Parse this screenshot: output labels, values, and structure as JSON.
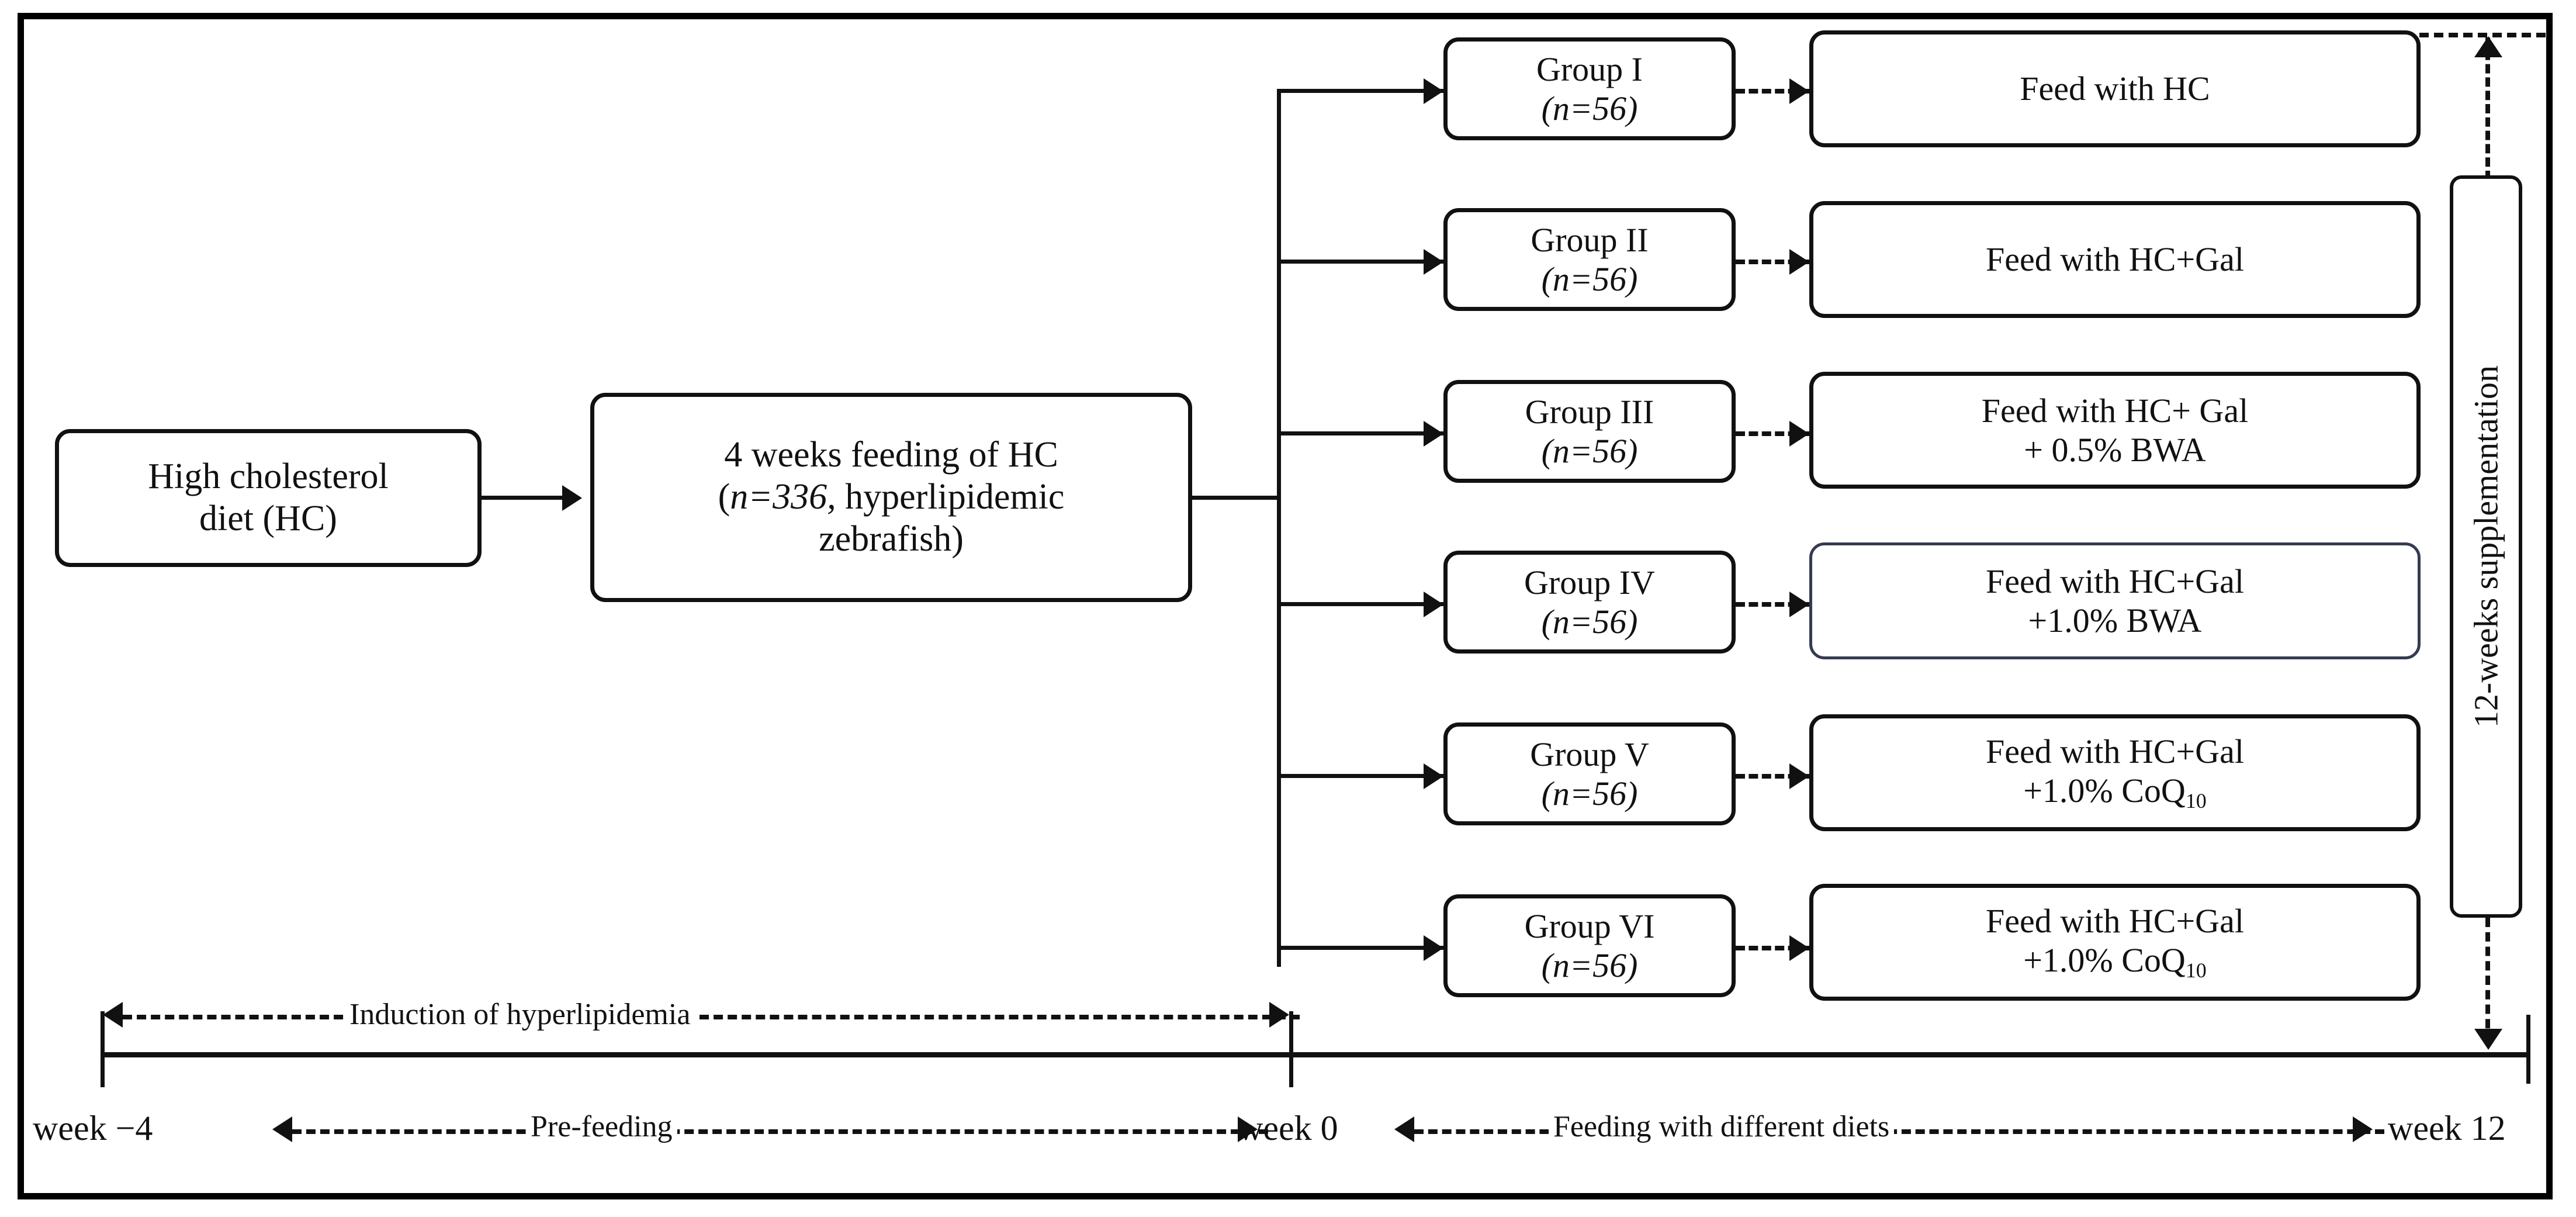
{
  "figure": {
    "type": "experimental-design-flowchart",
    "title": "Zebrafish hyperlipidemia experimental design"
  },
  "stages": {
    "diet": {
      "line1": "High cholesterol",
      "line2": "diet (HC)"
    },
    "induction": {
      "line1": "4 weeks feeding of HC",
      "n_italic": "n=336,",
      "line2_prefix": "(",
      "line2_suffix": " hyperlipidemic",
      "line3": "zebrafish)"
    }
  },
  "groups": [
    {
      "name": "Group I",
      "n": "(n=56)",
      "n_value": "56"
    },
    {
      "name": "Group II",
      "n": "(n=56)",
      "n_value": "56"
    },
    {
      "name": "Group III",
      "n": "(n=56)",
      "n_value": "56"
    },
    {
      "name": "Group IV",
      "n": "(n=56)",
      "n_value": "56"
    },
    {
      "name": "Group V",
      "n": "(n=56)",
      "n_value": "56"
    },
    {
      "name": "Group VI",
      "n": "(n=56)",
      "n_value": "56"
    }
  ],
  "treatments": [
    {
      "line1": "Feed with HC",
      "line2": "",
      "sub": "",
      "highlight": false
    },
    {
      "line1": "Feed with HC+Gal",
      "line2": "",
      "sub": "",
      "highlight": false
    },
    {
      "line1": "Feed with HC+ Gal",
      "line2": "+ 0.5% BWA",
      "sub": "",
      "highlight": false
    },
    {
      "line1": "Feed with HC+Gal",
      "line2": "+1.0% BWA",
      "sub": "",
      "highlight": true
    },
    {
      "line1": "Feed with HC+Gal",
      "line2": "+1.0% CoQ",
      "sub": "10",
      "highlight": false
    },
    {
      "line1": "Feed with HC+Gal",
      "line2": "+1.0% CoQ",
      "sub": "10",
      "highlight": false
    }
  ],
  "supplementation": {
    "label": "12-weeks supplementation"
  },
  "timeline": {
    "ticks": [
      {
        "label": "week −4"
      },
      {
        "label": "week 0"
      },
      {
        "label": "week 12"
      }
    ],
    "spans": [
      {
        "label": "Induction of hyperlipidemia"
      },
      {
        "label": "Pre-feeding"
      },
      {
        "label": "Feeding with different diets"
      }
    ]
  },
  "colors": {
    "stroke": "#111111",
    "highlight_border": "#343b52",
    "background": "#ffffff",
    "frame": "#000000"
  }
}
